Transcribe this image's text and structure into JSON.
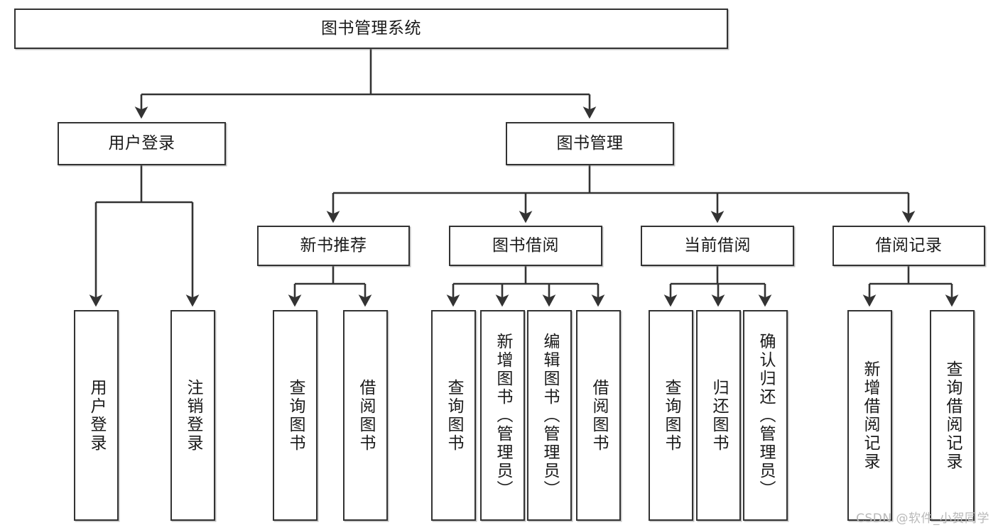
{
  "diagram": {
    "title": "图书管理系统",
    "watermark": "CSDN @软件_小贺同学",
    "colors": {
      "box_border": "#333333",
      "box_fill": "#ffffff",
      "edge": "#333333",
      "text": "#1a1a1a",
      "watermark": "#b9b9b9",
      "page_background": "#ffffff"
    },
    "root": {
      "label": "图书管理系统"
    },
    "level2": [
      {
        "label": "用户登录"
      },
      {
        "label": "图书管理"
      }
    ],
    "level3": [
      {
        "label": "新书推荐"
      },
      {
        "label": "图书借阅"
      },
      {
        "label": "当前借阅"
      },
      {
        "label": "借阅记录"
      }
    ],
    "leaves": {
      "user_login": [
        {
          "label": "用户登录"
        },
        {
          "label": "注销登录"
        }
      ],
      "new_book_recommend": [
        {
          "label": "查询图书"
        },
        {
          "label": "借阅图书"
        }
      ],
      "book_borrow": [
        {
          "label": "查询图书"
        },
        {
          "label": "新增图书（管理员）"
        },
        {
          "label": "编辑图书（管理员）"
        },
        {
          "label": "借阅图书"
        }
      ],
      "current_borrow": [
        {
          "label": "查询图书"
        },
        {
          "label": "归还图书"
        },
        {
          "label": "确认归还（管理员）"
        }
      ],
      "borrow_record": [
        {
          "label": "新增借阅记录"
        },
        {
          "label": "查询借阅记录"
        }
      ]
    }
  }
}
